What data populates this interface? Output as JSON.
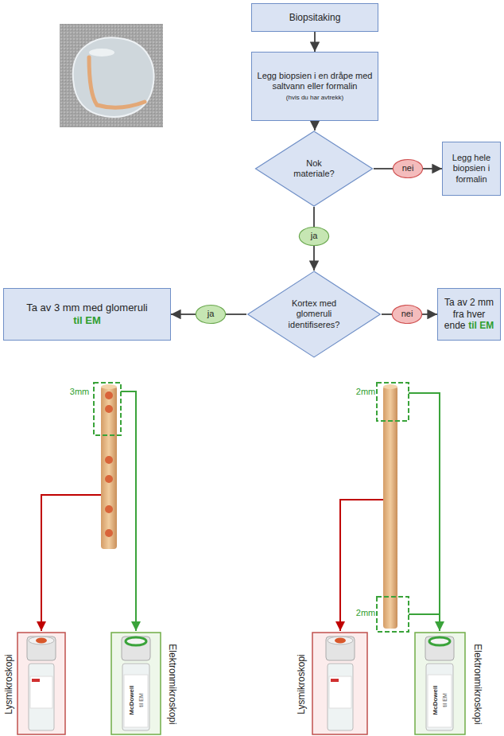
{
  "diagram": {
    "nodes": [
      {
        "text": [
          "Biopsitaking"
        ]
      },
      {
        "text": [
          "Legg biopsien i en dråpe med saltvann eller formalin",
          "(hvis du har avtrekk)"
        ]
      },
      {
        "text": [
          "Nok materiale?"
        ]
      },
      {
        "text": [
          "nei"
        ]
      },
      {
        "text": [
          "Legg hele biopsien i formalin"
        ]
      },
      {
        "text": [
          "ja"
        ]
      },
      {
        "text": [
          "Kortex med glomeruli identifiseres?"
        ]
      },
      {
        "text": [
          "ja"
        ]
      },
      {
        "text": [
          "Ta av 3 mm med glomeruli",
          "til EM"
        ]
      },
      {
        "text": [
          "nei"
        ]
      },
      {
        "text": [
          "Ta av 2 mm fra hver ende",
          "til EM"
        ]
      }
    ],
    "edges": [
      {
        "from": 0,
        "to": 1,
        "arrow": "to"
      },
      {
        "from": 1,
        "to": 2,
        "arrow": "to"
      },
      {
        "from": 2,
        "to": 3,
        "arrow": "none"
      },
      {
        "from": 3,
        "to": 4,
        "arrow": "to"
      },
      {
        "from": 2,
        "to": 5,
        "arrow": "none"
      },
      {
        "from": 5,
        "to": 6,
        "arrow": "to"
      },
      {
        "from": 6,
        "to": 7,
        "arrow": "none"
      },
      {
        "from": 7,
        "to": 8,
        "arrow": "to"
      },
      {
        "from": 6,
        "to": 9,
        "arrow": "none"
      },
      {
        "from": 9,
        "to": 10,
        "arrow": "to"
      }
    ],
    "labels": [
      "3mm",
      "2mm",
      "2mm",
      "Lysmikroskopi",
      "Elektronmikroskopi",
      "Lysmikroskopi",
      "Elektronmikroskopi",
      "McDowell",
      "til EM",
      "McDowell",
      "til EM"
    ]
  }
}
